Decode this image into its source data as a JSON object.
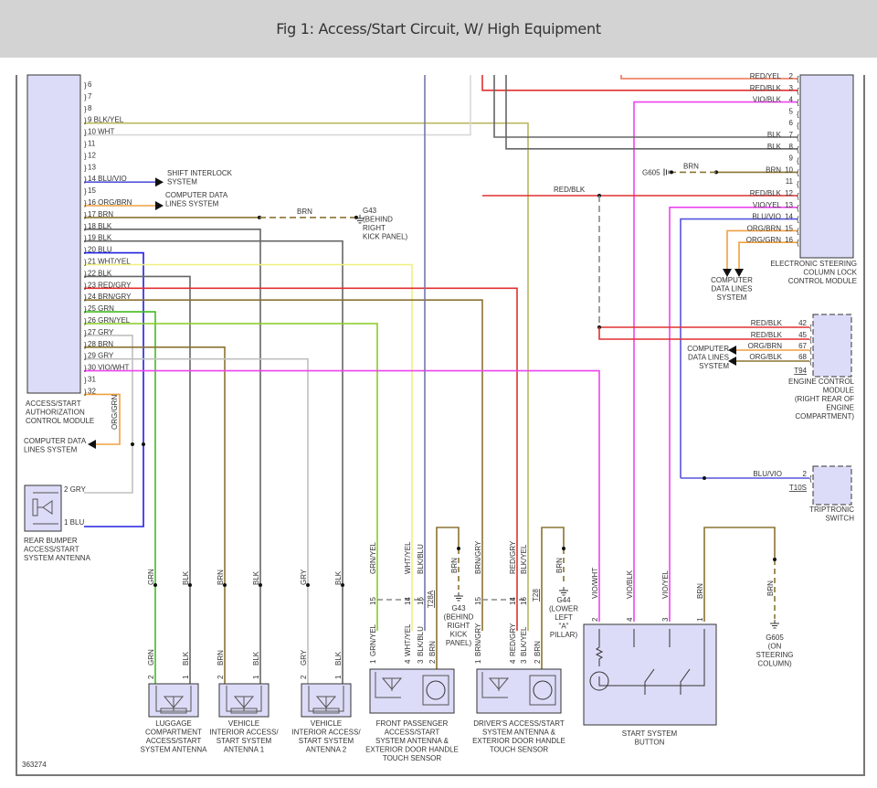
{
  "header": {
    "title": "Fig 1: Access/Start Circuit, W/ High Equipment"
  },
  "figure_id": "363274",
  "colors": {
    "module_fill": "#dcdcf8",
    "BLK": "#666666",
    "WHT": "#d8d8d8",
    "GRY": "#c0c0c0",
    "BLU": "#2020e0",
    "BRN": "#8b7332",
    "GRN": "#44bb22",
    "RED": "#e03030",
    "VIO": "#ee44ee",
    "ORG": "#f0a040",
    "YEL": "#f0f080",
    "BLUVIO": "#5555dd",
    "REDYEL": "#f07050",
    "GRNYEL": "#88cc22",
    "BLKBLU": "#7777aa",
    "BLKYEL": "#b8b860"
  },
  "modules": {
    "access_start": {
      "label": [
        "ACCESS/START",
        "AUTHORIZATION",
        "CONTROL MODULE"
      ]
    },
    "steering_lock": {
      "label": [
        "ELECTRONIC STEERING",
        "COLUMN LOCK",
        "CONTROL MODULE"
      ]
    },
    "ecm": {
      "connector": "T94",
      "label": [
        "ENGINE CONTROL",
        "MODULE",
        "(RIGHT REAR OF",
        "ENGINE",
        "COMPARTMENT)"
      ]
    },
    "triptronic": {
      "connector": "T10S",
      "label": [
        "TRIPTRONIC",
        "SWITCH"
      ]
    },
    "rear_bumper": {
      "label": [
        "REAR BUMPER",
        "ACCESS/START",
        "SYSTEM ANTENNA"
      ]
    },
    "luggage": {
      "label": [
        "LUGGAGE",
        "COMPARTMENT",
        "ACCESS/START",
        "SYSTEM ANTENNA"
      ]
    },
    "interior1": {
      "label": [
        "VEHICLE",
        "INTERIOR ACCESS/",
        "START SYSTEM",
        "ANTENNA 1"
      ]
    },
    "interior2": {
      "label": [
        "VEHICLE",
        "INTERIOR ACCESS/",
        "START SYSTEM",
        "ANTENNA 2"
      ]
    },
    "front_pass": {
      "connector": "T28A",
      "label": [
        "FRONT PASSENGER",
        "ACCESS/START",
        "SYSTEM ANTENNA &",
        "EXTERIOR DOOR HANDLE",
        "TOUCH SENSOR"
      ]
    },
    "driver": {
      "connector": "T28",
      "label": [
        "DRIVER'S ACCESS/START",
        "SYSTEM ANTENNA &",
        "EXTERIOR DOOR HANDLE",
        "TOUCH SENSOR"
      ]
    },
    "start_button": {
      "label": [
        "START SYSTEM",
        "BUTTON"
      ]
    }
  },
  "access_start_pins": [
    {
      "pin": "6",
      "wire": ""
    },
    {
      "pin": "7",
      "wire": ""
    },
    {
      "pin": "8",
      "wire": ""
    },
    {
      "pin": "9",
      "wire": "BLK/YEL"
    },
    {
      "pin": "10",
      "wire": "WHT"
    },
    {
      "pin": "11",
      "wire": ""
    },
    {
      "pin": "12",
      "wire": ""
    },
    {
      "pin": "13",
      "wire": ""
    },
    {
      "pin": "14",
      "wire": "BLU/VIO"
    },
    {
      "pin": "15",
      "wire": ""
    },
    {
      "pin": "16",
      "wire": "ORG/BRN"
    },
    {
      "pin": "17",
      "wire": "BRN"
    },
    {
      "pin": "18",
      "wire": "BLK"
    },
    {
      "pin": "19",
      "wire": "BLK"
    },
    {
      "pin": "20",
      "wire": "BLU"
    },
    {
      "pin": "21",
      "wire": "WHT/YEL"
    },
    {
      "pin": "22",
      "wire": "BLK"
    },
    {
      "pin": "23",
      "wire": "RED/GRY"
    },
    {
      "pin": "24",
      "wire": "BRN/GRY"
    },
    {
      "pin": "25",
      "wire": "GRN"
    },
    {
      "pin": "26",
      "wire": "GRN/YEL"
    },
    {
      "pin": "27",
      "wire": "GRY"
    },
    {
      "pin": "28",
      "wire": "BRN"
    },
    {
      "pin": "29",
      "wire": "GRY"
    },
    {
      "pin": "30",
      "wire": "VIO/WHT"
    },
    {
      "pin": "31",
      "wire": ""
    },
    {
      "pin": "32",
      "wire": ""
    }
  ],
  "steering_pins": [
    {
      "pin": "2",
      "wire": "RED/YEL"
    },
    {
      "pin": "3",
      "wire": "RED/BLK"
    },
    {
      "pin": "4",
      "wire": "VIO/BLK"
    },
    {
      "pin": "5",
      "wire": ""
    },
    {
      "pin": "6",
      "wire": ""
    },
    {
      "pin": "7",
      "wire": "BLK"
    },
    {
      "pin": "8",
      "wire": "BLK"
    },
    {
      "pin": "9",
      "wire": ""
    },
    {
      "pin": "10",
      "wire": "BRN"
    },
    {
      "pin": "11",
      "wire": ""
    },
    {
      "pin": "12",
      "wire": "RED/BLK"
    },
    {
      "pin": "13",
      "wire": "VIO/YEL"
    },
    {
      "pin": "14",
      "wire": "BLU/VIO"
    },
    {
      "pin": "15",
      "wire": "ORG/BRN"
    },
    {
      "pin": "16",
      "wire": "ORG/GRN"
    }
  ],
  "ecm_pins": [
    {
      "pin": "42",
      "wire": "RED/BLK"
    },
    {
      "pin": "45",
      "wire": "RED/BLK"
    },
    {
      "pin": "67",
      "wire": "ORG/BRN"
    },
    {
      "pin": "68",
      "wire": "ORG/BLK"
    }
  ],
  "triptronic_pins": [
    {
      "pin": "2",
      "wire": "BLU/VIO"
    }
  ],
  "labels": {
    "shift_interlock": [
      "SHIFT INTERLOCK",
      "SYSTEM"
    ],
    "cdl_1": [
      "COMPUTER DATA",
      "LINES SYSTEM"
    ],
    "cdl_left": [
      "COMPUTER DATA",
      "LINES SYSTEM"
    ],
    "cdl_steer": [
      "COMPUTER",
      "DATA LINES",
      "SYSTEM"
    ],
    "cdl_ecm": [
      "COMPUTER",
      "DATA LINES",
      "SYSTEM"
    ],
    "g43_top": [
      "G43",
      "(BEHIND",
      "RIGHT",
      "KICK PANEL)"
    ],
    "g43_bottom": [
      "G43",
      "(BEHIND",
      "RIGHT",
      "KICK",
      "PANEL)"
    ],
    "g44": [
      "G44",
      "(LOWER",
      "LEFT",
      "\"A\"",
      "PILLAR)"
    ],
    "g605_top": "G605",
    "g605_bottom": [
      "G605",
      "(ON",
      "STEERING",
      "COLUMN)"
    ],
    "brn": "BRN",
    "red_blk": "RED/BLK",
    "org_grn": "ORG/GRN",
    "rear_pin2": "2",
    "rear_pin2_wire": "GRY",
    "rear_pin1": "1",
    "rear_pin1_wire": "BLU"
  },
  "antenna_wires": {
    "luggage": [
      {
        "pin": "2",
        "wire": "GRN"
      },
      {
        "pin": "1",
        "wire": "BLK"
      }
    ],
    "interior1": [
      {
        "pin": "2",
        "wire": "BRN"
      },
      {
        "pin": "1",
        "wire": "BLK"
      }
    ],
    "interior2": [
      {
        "pin": "2",
        "wire": "GRY"
      },
      {
        "pin": "1",
        "wire": "BLK"
      }
    ],
    "front_pass_top": [
      {
        "pin": "15",
        "wire": "GRN/YEL"
      },
      {
        "pin": "14",
        "wire": "WHT/YEL"
      },
      {
        "pin": "16",
        "wire": "BLK/BLU"
      }
    ],
    "front_pass_bottom": [
      {
        "pin": "1",
        "wire": "GRN/YEL"
      },
      {
        "pin": "4",
        "wire": "WHT/YEL"
      },
      {
        "pin": "3",
        "wire": "BLK/BLU"
      },
      {
        "pin": "2",
        "wire": "BRN"
      }
    ],
    "driver_top": [
      {
        "pin": "15",
        "wire": "BRN/GRY"
      },
      {
        "pin": "14",
        "wire": "RED/GRY"
      },
      {
        "pin": "16",
        "wire": "BLK/YEL"
      }
    ],
    "driver_bottom": [
      {
        "pin": "1",
        "wire": "BRN/GRY"
      },
      {
        "pin": "4",
        "wire": "RED/GRY"
      },
      {
        "pin": "3",
        "wire": "BLK/YEL"
      },
      {
        "pin": "2",
        "wire": "BRN"
      }
    ],
    "start_button": [
      {
        "pin": "2",
        "wire": "VIO/WHT"
      },
      {
        "pin": "4",
        "wire": "VIO/BLK"
      },
      {
        "pin": "3",
        "wire": "VIO/YEL"
      },
      {
        "pin": "1",
        "wire": "BRN"
      }
    ]
  }
}
